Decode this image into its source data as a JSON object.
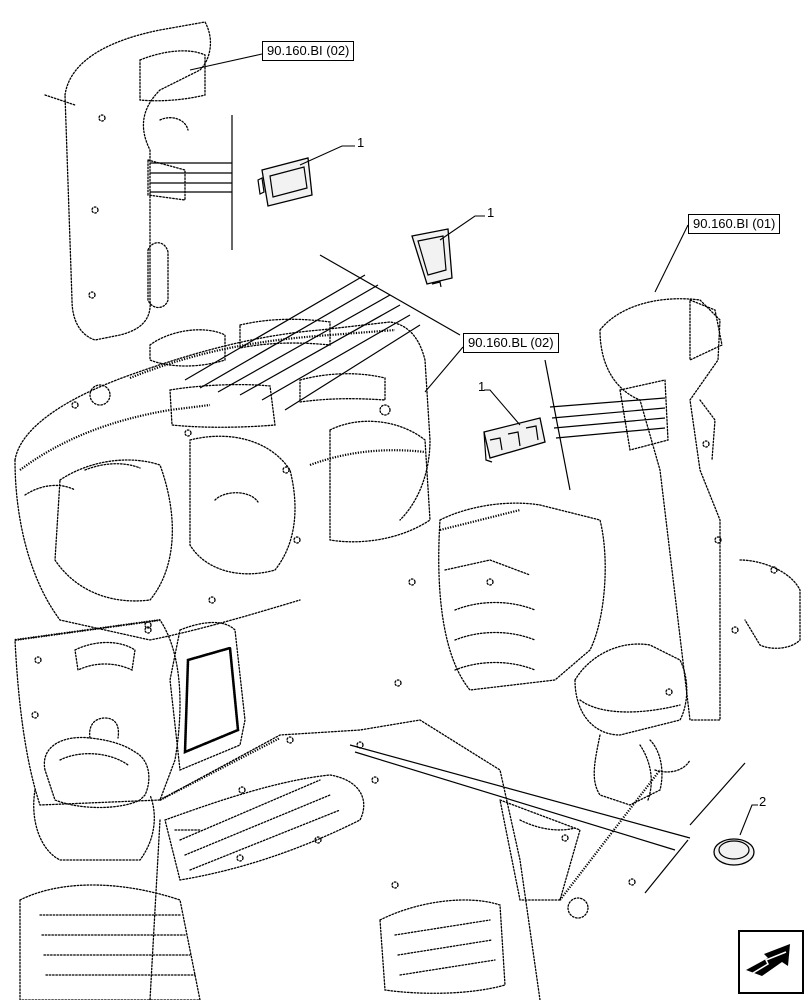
{
  "references": {
    "bi02": "90.160.BI (02)",
    "bi01": "90.160.BI (01)",
    "bl02": "90.160.BL (02)"
  },
  "callouts": {
    "c1a": "1",
    "c1b": "1",
    "c1c": "1",
    "c2": "2"
  },
  "icons": {
    "nav": "navigation-arrow-icon"
  }
}
